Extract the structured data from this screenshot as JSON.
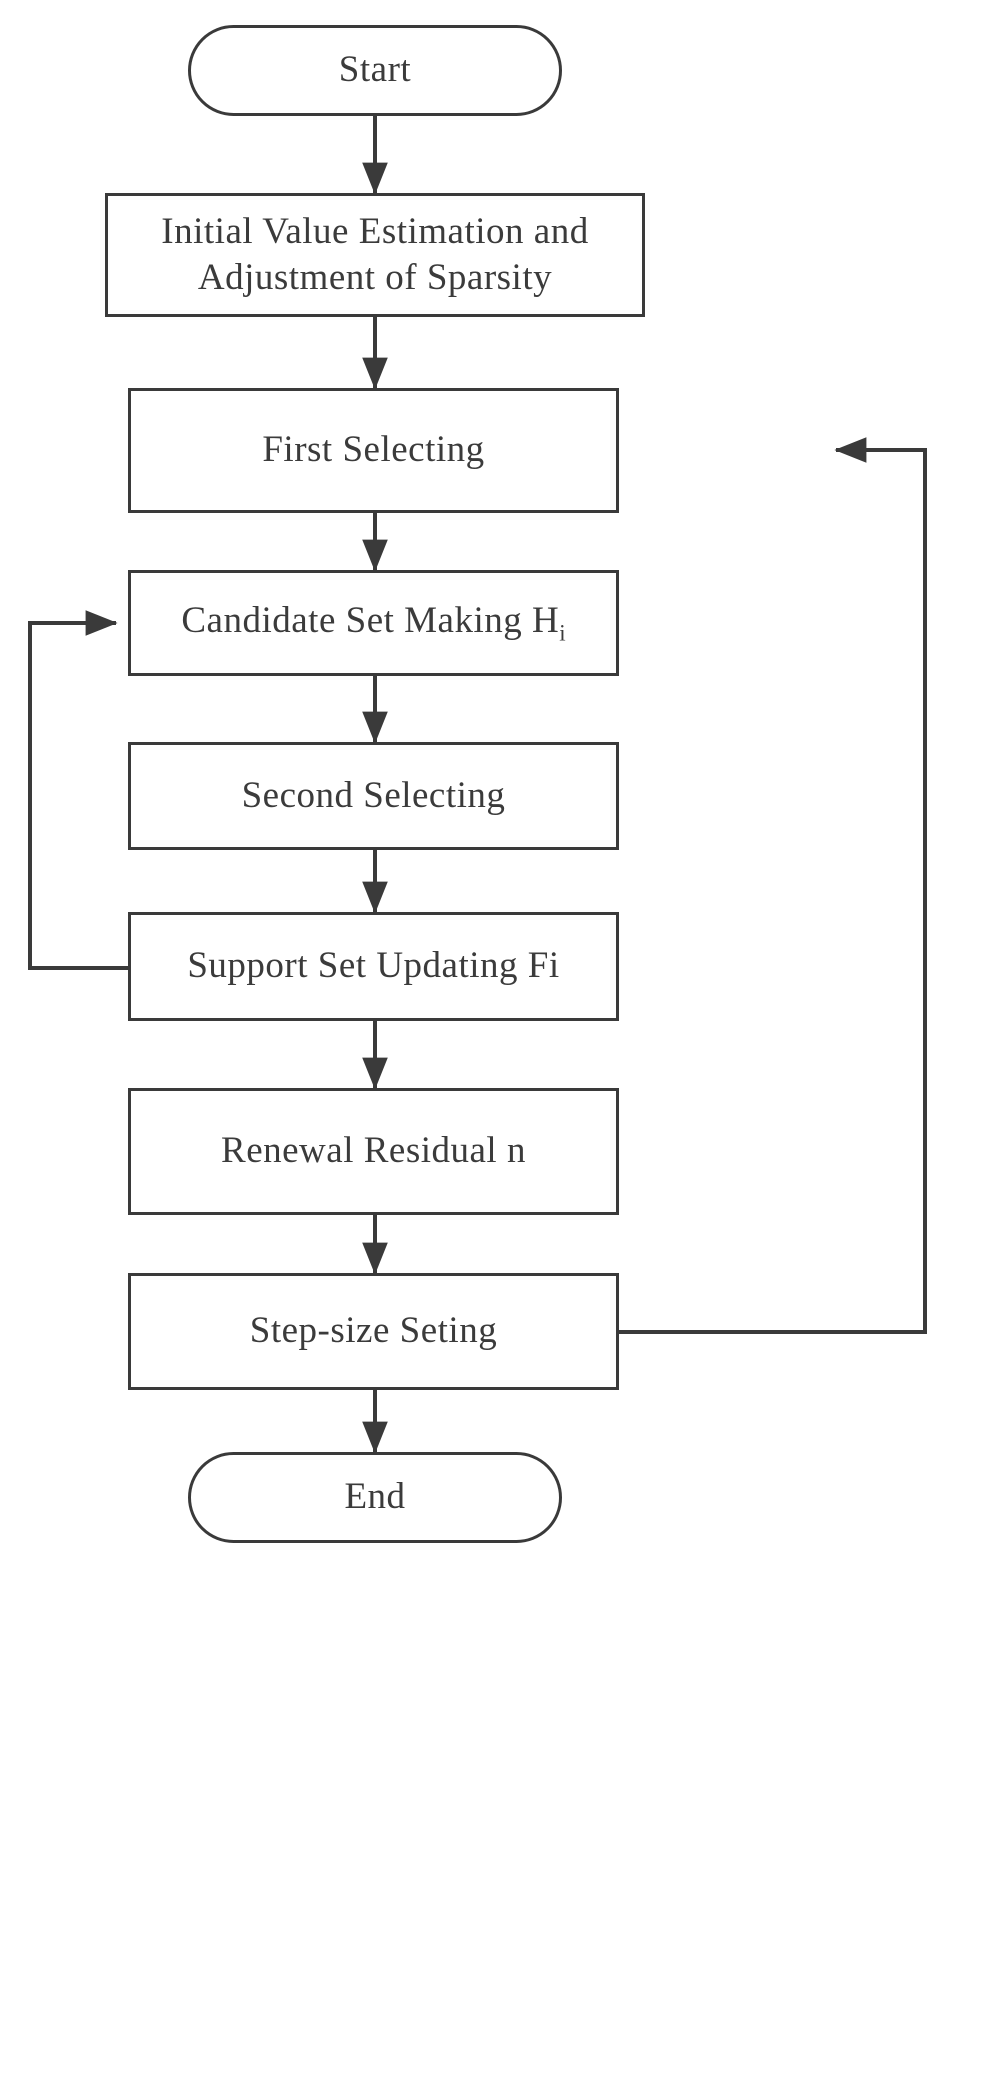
{
  "diagram": {
    "title": "Algorithm Flowchart",
    "stroke_color": "#3a3a3a",
    "text_color": "#3b3b3b",
    "background": "#ffffff",
    "nodes": [
      {
        "id": "start",
        "shape": "terminator",
        "label": "Start"
      },
      {
        "id": "init",
        "shape": "process",
        "label_line1": "Initial Value Estimation and",
        "label_line2": "Adjustment of Sparsity"
      },
      {
        "id": "first_sel",
        "shape": "process",
        "label": "First Selecting"
      },
      {
        "id": "candidate",
        "shape": "process",
        "label": "Candidate Set Making H",
        "subscript": "i"
      },
      {
        "id": "second_sel",
        "shape": "process",
        "label": "Second Selecting"
      },
      {
        "id": "support",
        "shape": "process",
        "label": "Support Set Updating Fi"
      },
      {
        "id": "residual",
        "shape": "process",
        "label": "Renewal Residual n"
      },
      {
        "id": "stepsize",
        "shape": "process",
        "label": "Step-size Seting"
      },
      {
        "id": "end",
        "shape": "terminator",
        "label": "End"
      }
    ],
    "edges": [
      {
        "from": "start",
        "to": "init",
        "type": "straight-down"
      },
      {
        "from": "init",
        "to": "first_sel",
        "type": "straight-down"
      },
      {
        "from": "first_sel",
        "to": "candidate",
        "type": "straight-down"
      },
      {
        "from": "candidate",
        "to": "second_sel",
        "type": "straight-down"
      },
      {
        "from": "second_sel",
        "to": "support",
        "type": "straight-down"
      },
      {
        "from": "support",
        "to": "residual",
        "type": "straight-down"
      },
      {
        "from": "residual",
        "to": "stepsize",
        "type": "straight-down"
      },
      {
        "from": "stepsize",
        "to": "end",
        "type": "straight-down"
      },
      {
        "from": "support",
        "to": "candidate",
        "type": "left-feedback-loop"
      },
      {
        "from": "stepsize",
        "to": "first_sel",
        "type": "right-feedback-loop"
      }
    ]
  }
}
